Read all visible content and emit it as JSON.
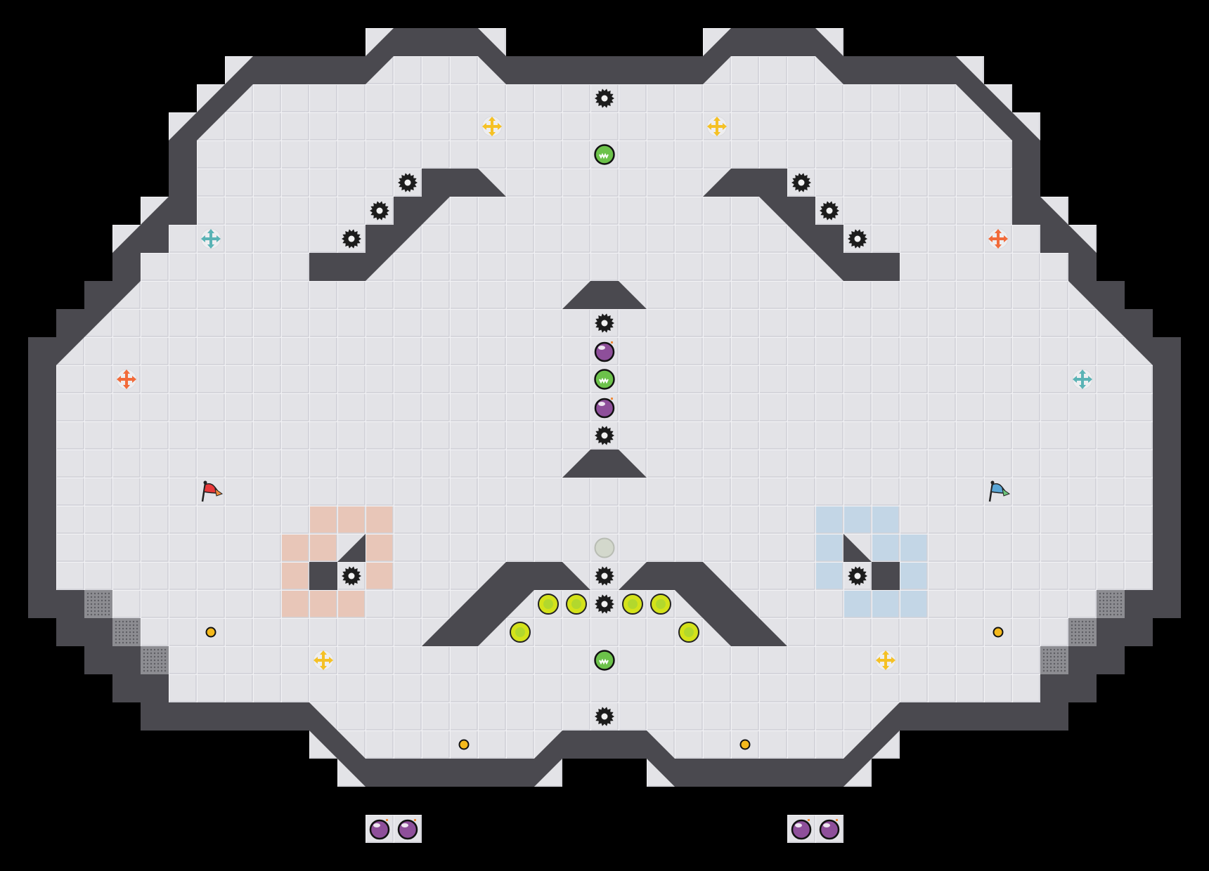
{
  "game": {
    "view": "map-editor-preview",
    "teams": [
      "red",
      "blue"
    ]
  },
  "colors": {
    "background": "#000000",
    "floor": "#e3e3e7",
    "floor_line": "#f2f2f5",
    "floor_shadow": "#d0d0d6",
    "wall": "#4a494f",
    "wall_edge": "#38373c",
    "red_zone": "#e8c6b8",
    "blue_zone": "#c3d6e6",
    "grate": "#8d8d92",
    "spike": "#1c1c1c",
    "boost_yellow": "#f5c125",
    "boost_teal": "#5ab3b5",
    "boost_orange": "#f26b3a",
    "flag_red": "#e8393a",
    "flag_blue": "#5aa6d6",
    "button": "#f4b91c",
    "yellow_ball": "#d4e21a",
    "bomb": "#8e4f9a",
    "powerup": "#6cc24a"
  },
  "icons": {
    "spike": "spike-icon",
    "bomb": "bomb-icon",
    "powerup": "powerup-icon",
    "powerup_inactive": "powerup-inactive-icon",
    "boost": "boost-icon",
    "flag": "flag-icon",
    "button": "button-icon",
    "yellow_ball": "yellow-ball-icon",
    "grate": "grate-tile"
  }
}
